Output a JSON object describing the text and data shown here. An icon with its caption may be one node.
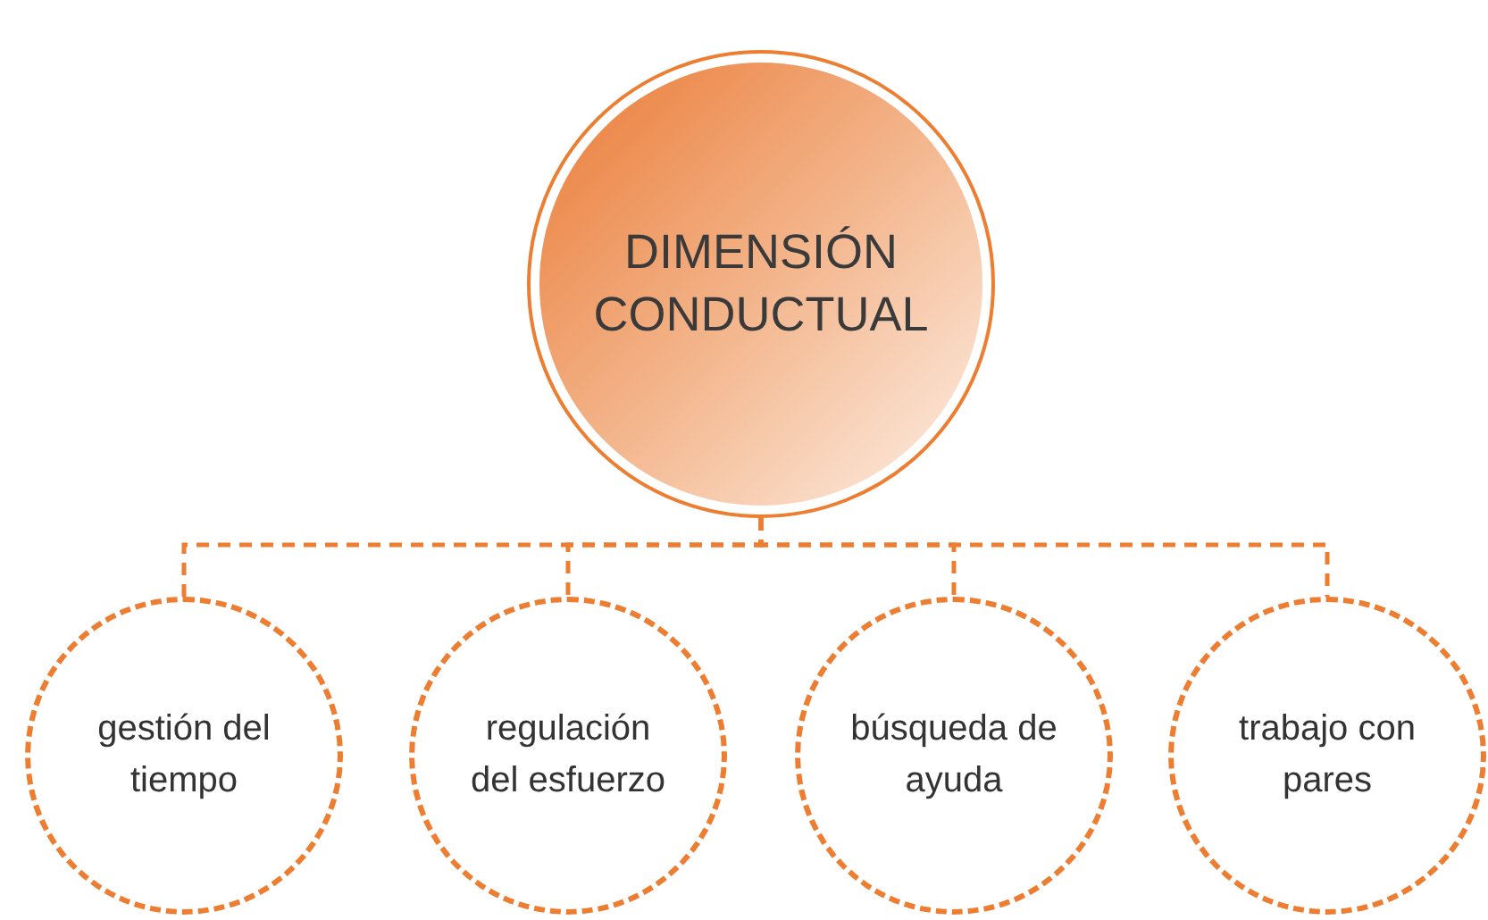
{
  "diagram": {
    "nodes": [
      {
        "text": [
          "DIMENSIÓN CONDUCTUAL"
        ]
      },
      {
        "text": [
          "gestión del tiempo"
        ]
      },
      {
        "text": [
          "regulación del esfuerzo"
        ]
      },
      {
        "text": [
          "búsqueda de ayuda"
        ]
      },
      {
        "text": [
          "trabajo con pares"
        ]
      }
    ],
    "edges": [
      {
        "from": 0,
        "to": 1,
        "arrow": "none",
        "style": "dashed"
      },
      {
        "from": 0,
        "to": 2,
        "arrow": "none",
        "style": "dashed"
      },
      {
        "from": 0,
        "to": 3,
        "arrow": "none",
        "style": "dashed"
      },
      {
        "from": 0,
        "to": 4,
        "arrow": "none",
        "style": "dashed"
      }
    ]
  }
}
